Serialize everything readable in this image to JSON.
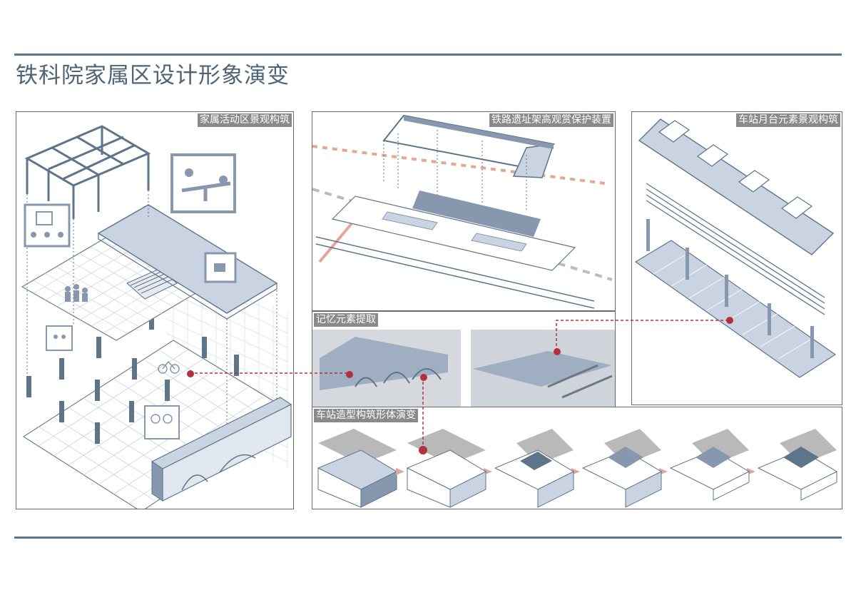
{
  "page_title": "铁科院家属区设计形象演变",
  "panels": {
    "residential": {
      "label": "家属活动区景观构筑"
    },
    "railway_viewing": {
      "label": "铁路遗址架高观赏保护装置"
    },
    "platform": {
      "label": "车站月台元素景观构筑"
    },
    "memory": {
      "label": "记忆元素提取"
    },
    "evolution": {
      "label": "车站造型构筑形体演变"
    }
  },
  "colors": {
    "accent_blue": "#5d7489",
    "slate": "#8797ae",
    "light_blue": "#c9d3e2",
    "red_marker": "#b5303d",
    "salmon_arrow": "#e4a49a",
    "gray_mass": "#b9b9b9",
    "tag_gray": "#8a8a8a"
  },
  "icons": [
    "seesaw-icon",
    "lecture-icon",
    "coffee-icon",
    "bicycle-icon",
    "family-icon",
    "arrow-right-icon"
  ],
  "evolution_steps": 6
}
